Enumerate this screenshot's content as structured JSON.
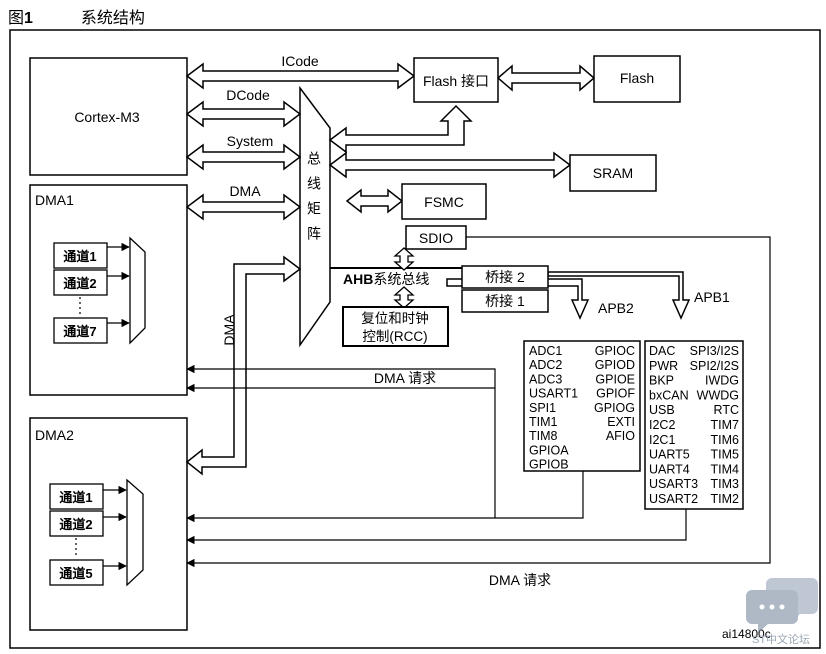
{
  "figure_title": {
    "prefix": "图",
    "number": "1",
    "text": "系统结构"
  },
  "nodes": {
    "cortex": "Cortex-M3",
    "flash_if": "Flash 接口",
    "flash": "Flash",
    "sram": "SRAM",
    "fsmc": "FSMC",
    "sdio": "SDIO",
    "dma1": "DMA1",
    "dma2": "DMA2",
    "bus_matrix": "总线矩阵",
    "ahb_bold": "AHB",
    "ahb_rest": "系统总线",
    "bridge2": "桥接 2",
    "bridge1": "桥接 1",
    "rcc_line1": "复位和时钟",
    "rcc_line2": "控制(RCC)"
  },
  "buses": {
    "icode": "ICode",
    "dcode": "DCode",
    "system": "System",
    "dma": "DMA",
    "dma_vertical": "DMA"
  },
  "channels": {
    "dma1": [
      "通道1",
      "通道2",
      "通道7"
    ],
    "dma2": [
      "通道1",
      "通道2",
      "通道5"
    ]
  },
  "apb_labels": {
    "apb2": "APB2",
    "apb1": "APB1"
  },
  "apb2_peripherals": {
    "left": [
      "ADC1",
      "ADC2",
      "ADC3",
      "USART1",
      "SPI1",
      "TIM1",
      "TIM8",
      "GPIOA",
      "GPIOB"
    ],
    "right": [
      "GPIOC",
      "GPIOD",
      "GPIOE",
      "GPIOF",
      "GPIOG",
      "EXTI",
      "AFIO"
    ]
  },
  "apb1_peripherals": {
    "left": [
      "DAC",
      "PWR",
      "BKP",
      "bxCAN",
      "USB",
      "I2C2",
      "I2C1",
      "UART5",
      "UART4",
      "USART3",
      "USART2"
    ],
    "right": [
      "SPI3/I2S",
      "SPI2/I2S",
      "IWDG",
      "WWDG",
      "RTC",
      "TIM7",
      "TIM6",
      "TIM5",
      "TIM4",
      "TIM3",
      "TIM2"
    ]
  },
  "dma_request_labels": [
    "DMA 请求",
    "DMA 请求"
  ],
  "image_id": "ai14800c",
  "watermark": "ST中文论坛",
  "colors": {
    "stroke": "#000000",
    "watermark": "#9aa6b3"
  }
}
